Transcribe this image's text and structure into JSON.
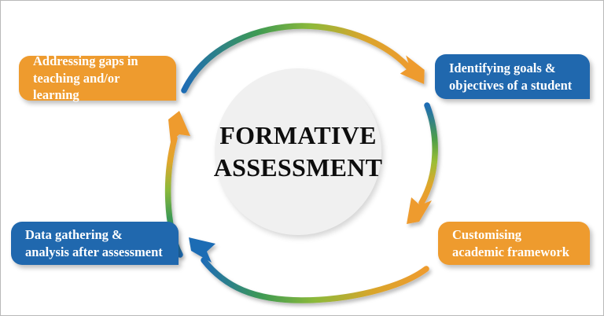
{
  "diagram": {
    "center": {
      "title": "FORMATIVE\nASSESSMENT",
      "shape": "circle",
      "fill_color": "#F0F0F0"
    },
    "colors": {
      "orange": "#EE9B2E",
      "blue": "#2068AE",
      "green": "#7DB52F",
      "text_on_box": "#FFFFFF",
      "center_text": "#0D0D0D",
      "background": "#FFFFFF",
      "border": "#B9B9B9"
    },
    "steps": [
      {
        "id": "addressing-gaps",
        "label": "Addressing gaps in\nteaching and/or learning",
        "color": "orange",
        "position": "top-left"
      },
      {
        "id": "identifying-goals",
        "label": "Identifying goals &\nobjectives of a student",
        "color": "blue",
        "position": "top-right"
      },
      {
        "id": "customising-framework",
        "label": "Customising\nacademic framework",
        "color": "orange",
        "position": "bottom-right"
      },
      {
        "id": "data-gathering",
        "label": "Data gathering &\nanalysis after assessment",
        "color": "blue",
        "position": "bottom-left"
      }
    ],
    "arrows": [
      {
        "id": "arrow-top",
        "from": "addressing-gaps",
        "to": "identifying-goals",
        "direction": "clockwise",
        "gradient_from": "#2068AE",
        "gradient_mid": "#7DB52F",
        "gradient_to": "#EE9B2E",
        "head_color": "#EE9B2E"
      },
      {
        "id": "arrow-right",
        "from": "identifying-goals",
        "to": "customising-framework",
        "direction": "clockwise",
        "gradient_from": "#2068AE",
        "gradient_mid": "#7DB52F",
        "gradient_to": "#EE9B2E",
        "head_color": "#EE9B2E"
      },
      {
        "id": "arrow-bottom",
        "from": "customising-framework",
        "to": "data-gathering",
        "direction": "clockwise",
        "gradient_from": "#EE9B2E",
        "gradient_mid": "#7DB52F",
        "gradient_to": "#2068AE",
        "head_color": "#2068AE"
      },
      {
        "id": "arrow-left",
        "from": "data-gathering",
        "to": "addressing-gaps",
        "direction": "clockwise",
        "gradient_from": "#2068AE",
        "gradient_mid": "#7DB52F",
        "gradient_to": "#EE9B2E",
        "head_color": "#EE9B2E"
      }
    ]
  }
}
